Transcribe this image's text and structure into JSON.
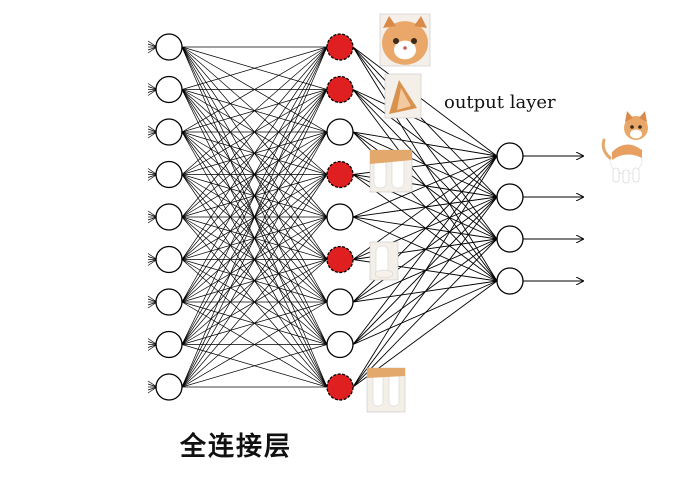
{
  "diagram": {
    "output_label": "output layer",
    "caption": "全连接层",
    "layers": [
      {
        "name": "input",
        "count": 9,
        "activated": []
      },
      {
        "name": "hidden",
        "count": 9,
        "activated": [
          0,
          1,
          3,
          5,
          8
        ]
      },
      {
        "name": "output",
        "count": 4,
        "activated": []
      }
    ],
    "hidden_feature_images": [
      {
        "node": 0,
        "depicts": "cat-face"
      },
      {
        "node": 1,
        "depicts": "cat-ear"
      },
      {
        "node": 3,
        "depicts": "cat-leg"
      },
      {
        "node": 5,
        "depicts": "cat-paw"
      },
      {
        "node": 8,
        "depicts": "cat-feet"
      }
    ],
    "result_image": "whole-cat",
    "colors": {
      "activated": "#e02020",
      "node": "#ffffff",
      "line": "#000000"
    }
  }
}
